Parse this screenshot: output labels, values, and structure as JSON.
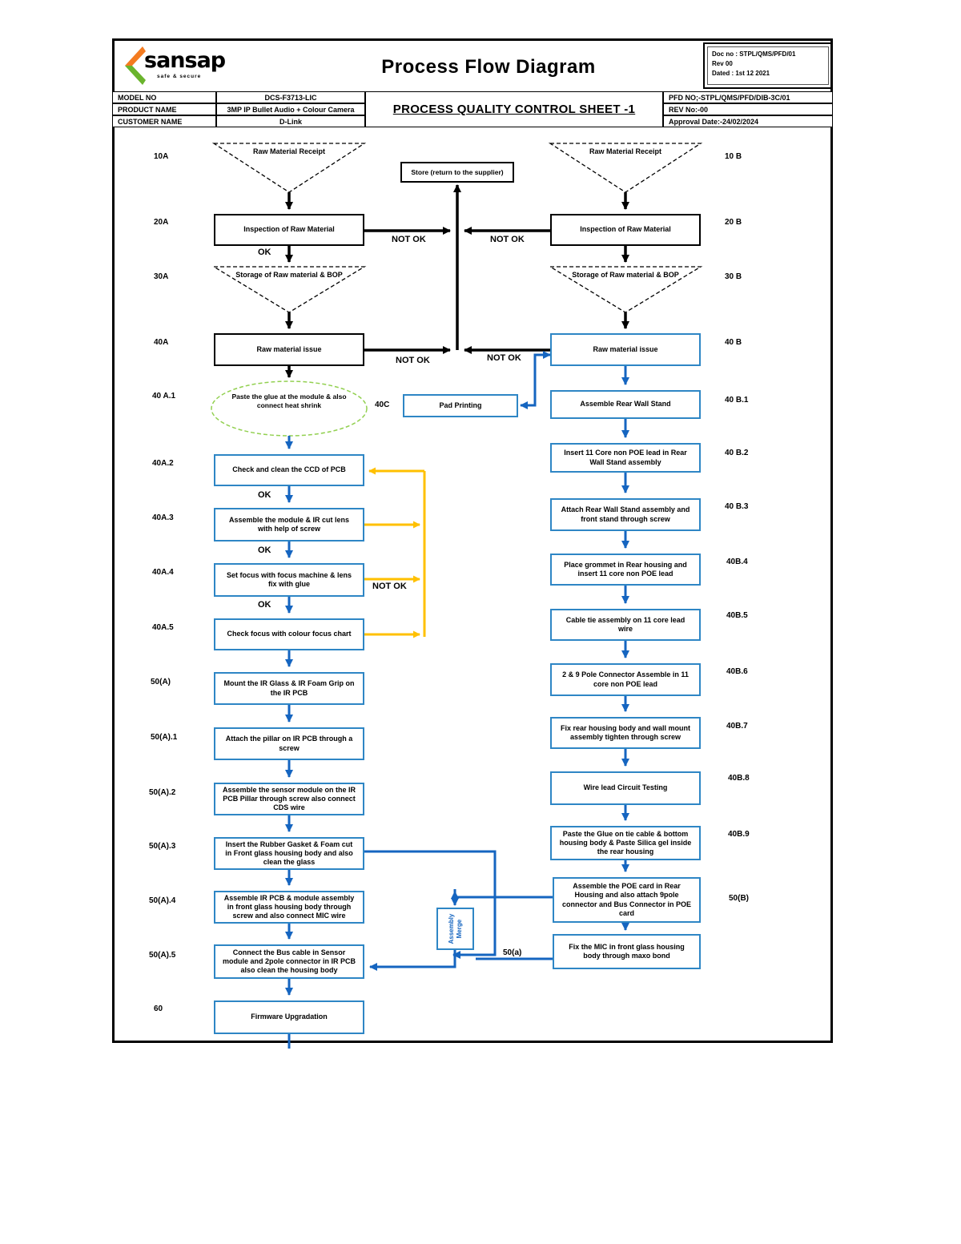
{
  "header": {
    "logo": {
      "name": "sansap",
      "tagline": "safe & secure"
    },
    "title": "Process Flow Diagram",
    "doc_box": {
      "doc_no": "Doc no : STPL/QMS/PFD/01",
      "rev": "Rev 00",
      "dated": "Dated : 1st 12 2021"
    },
    "info_table": {
      "rows": [
        {
          "label": "MODEL NO",
          "value": "DCS-F3713-LIC"
        },
        {
          "label": "PRODUCT NAME",
          "value": "3MP IP Bullet Audio + Colour Camera"
        },
        {
          "label": "CUSTOMER NAME",
          "value": "D-Link"
        }
      ],
      "sheet_title": "PROCESS QUALITY CONTROL SHEET -1",
      "right_rows": [
        "PFD NO;-STPL/QMS/PFD/DIB-3C/01",
        "REV No:-00",
        "Approval Date:-24/02/2024"
      ]
    }
  },
  "colors": {
    "flow_blue_line": "#1565c0",
    "flow_blue_border": "#2e86c5",
    "feedback_orange": "#ffc000",
    "ellipse_green": "#92d050",
    "logo_orange": "#f47b20",
    "logo_green": "#6ab42d"
  },
  "flow": {
    "ok": "OK",
    "not_ok": "NOT OK",
    "labels": {
      "l10a": "10A",
      "l20a": "20A",
      "l30a": "30A",
      "l40a": "40A",
      "l40a1": "40 A.1",
      "l40a2": "40A.2",
      "l40a3": "40A.3",
      "l40a4": "40A.4",
      "l40a5": "40A.5",
      "l50a": "50(A)",
      "l50a1": "50(A).1",
      "l50a2": "50(A).2",
      "l50a3": "50(A).3",
      "l50a4": "50(A).4",
      "l50a5": "50(A).5",
      "l60": "60",
      "l10b": "10 B",
      "l20b": "20 B",
      "l30b": "30 B",
      "l40b": "40 B",
      "l40b1": "40 B.1",
      "l40b2": "40 B.2",
      "l40b3": "40 B.3",
      "l40b4": "40B.4",
      "l40b5": "40B.5",
      "l40b6": "40B.6",
      "l40b7": "40B.7",
      "l40b8": "40B.8",
      "l40b9": "40B.9",
      "l50b": "50(B)",
      "l40c": "40C",
      "l50a_small": "50(a)"
    },
    "nodes": {
      "store": "Store (return to the supplier)",
      "tri_a_receipt": "Raw Material Receipt",
      "tri_a_storage": "Storage of Raw material & BOP",
      "a20": "Inspection of Raw Material",
      "a40": "Raw material issue",
      "a40_1": "Paste the glue at the module & also connect heat shrink",
      "c40": "Pad Printing",
      "a40_2": "Check and clean the CCD of PCB",
      "a40_3": "Assemble the module & IR cut lens with help of screw",
      "a40_4": "Set focus with focus machine & lens fix with glue",
      "a40_5": "Check focus with colour focus chart",
      "a50": "Mount the IR Glass & IR Foam Grip on the IR PCB",
      "a50_1": "Attach the pillar on IR PCB through a screw",
      "a50_2": "Assemble the sensor module on the IR PCB Pillar through screw also connect CDS wire",
      "a50_3": "Insert the Rubber Gasket & Foam cut in Front glass housing body and also clean the glass",
      "a50_4": "Assemble IR PCB & module assembly in front glass housing body through screw and also connect MIC wire",
      "a50_5": "Connect the Bus cable in Sensor module and 2pole connector in IR PCB also clean the housing body",
      "a60": "Firmware Upgradation",
      "tri_b_receipt": "Raw Material Receipt",
      "tri_b_storage": "Storage of Raw material & BOP",
      "b20": "Inspection of Raw Material",
      "b40": "Raw material issue",
      "b40_1": "Assemble Rear Wall Stand",
      "b40_2": "Insert 11 Core non POE lead in Rear Wall Stand assembly",
      "b40_3": "Attach Rear Wall Stand assembly and front stand through screw",
      "b40_4": "Place grommet in Rear housing and insert 11 core non POE lead",
      "b40_5": "Cable tie assembly on 11 core lead wire",
      "b40_6": "2 & 9 Pole Connector Assemble in 11 core non POE lead",
      "b40_7": "Fix rear housing body and wall mount assembly tighten through screw",
      "b40_8": "Wire lead Circuit Testing",
      "b40_9": "Paste the Glue on tie cable & bottom housing body & Paste Silica gel inside the rear housing",
      "b50": "Assemble the POE card in Rear Housing and also attach 9pole connector and Bus Connector in POE card",
      "fix_mic": "Fix the MIC in front glass housing body through maxo bond",
      "merge": "Assembly Merge"
    }
  }
}
